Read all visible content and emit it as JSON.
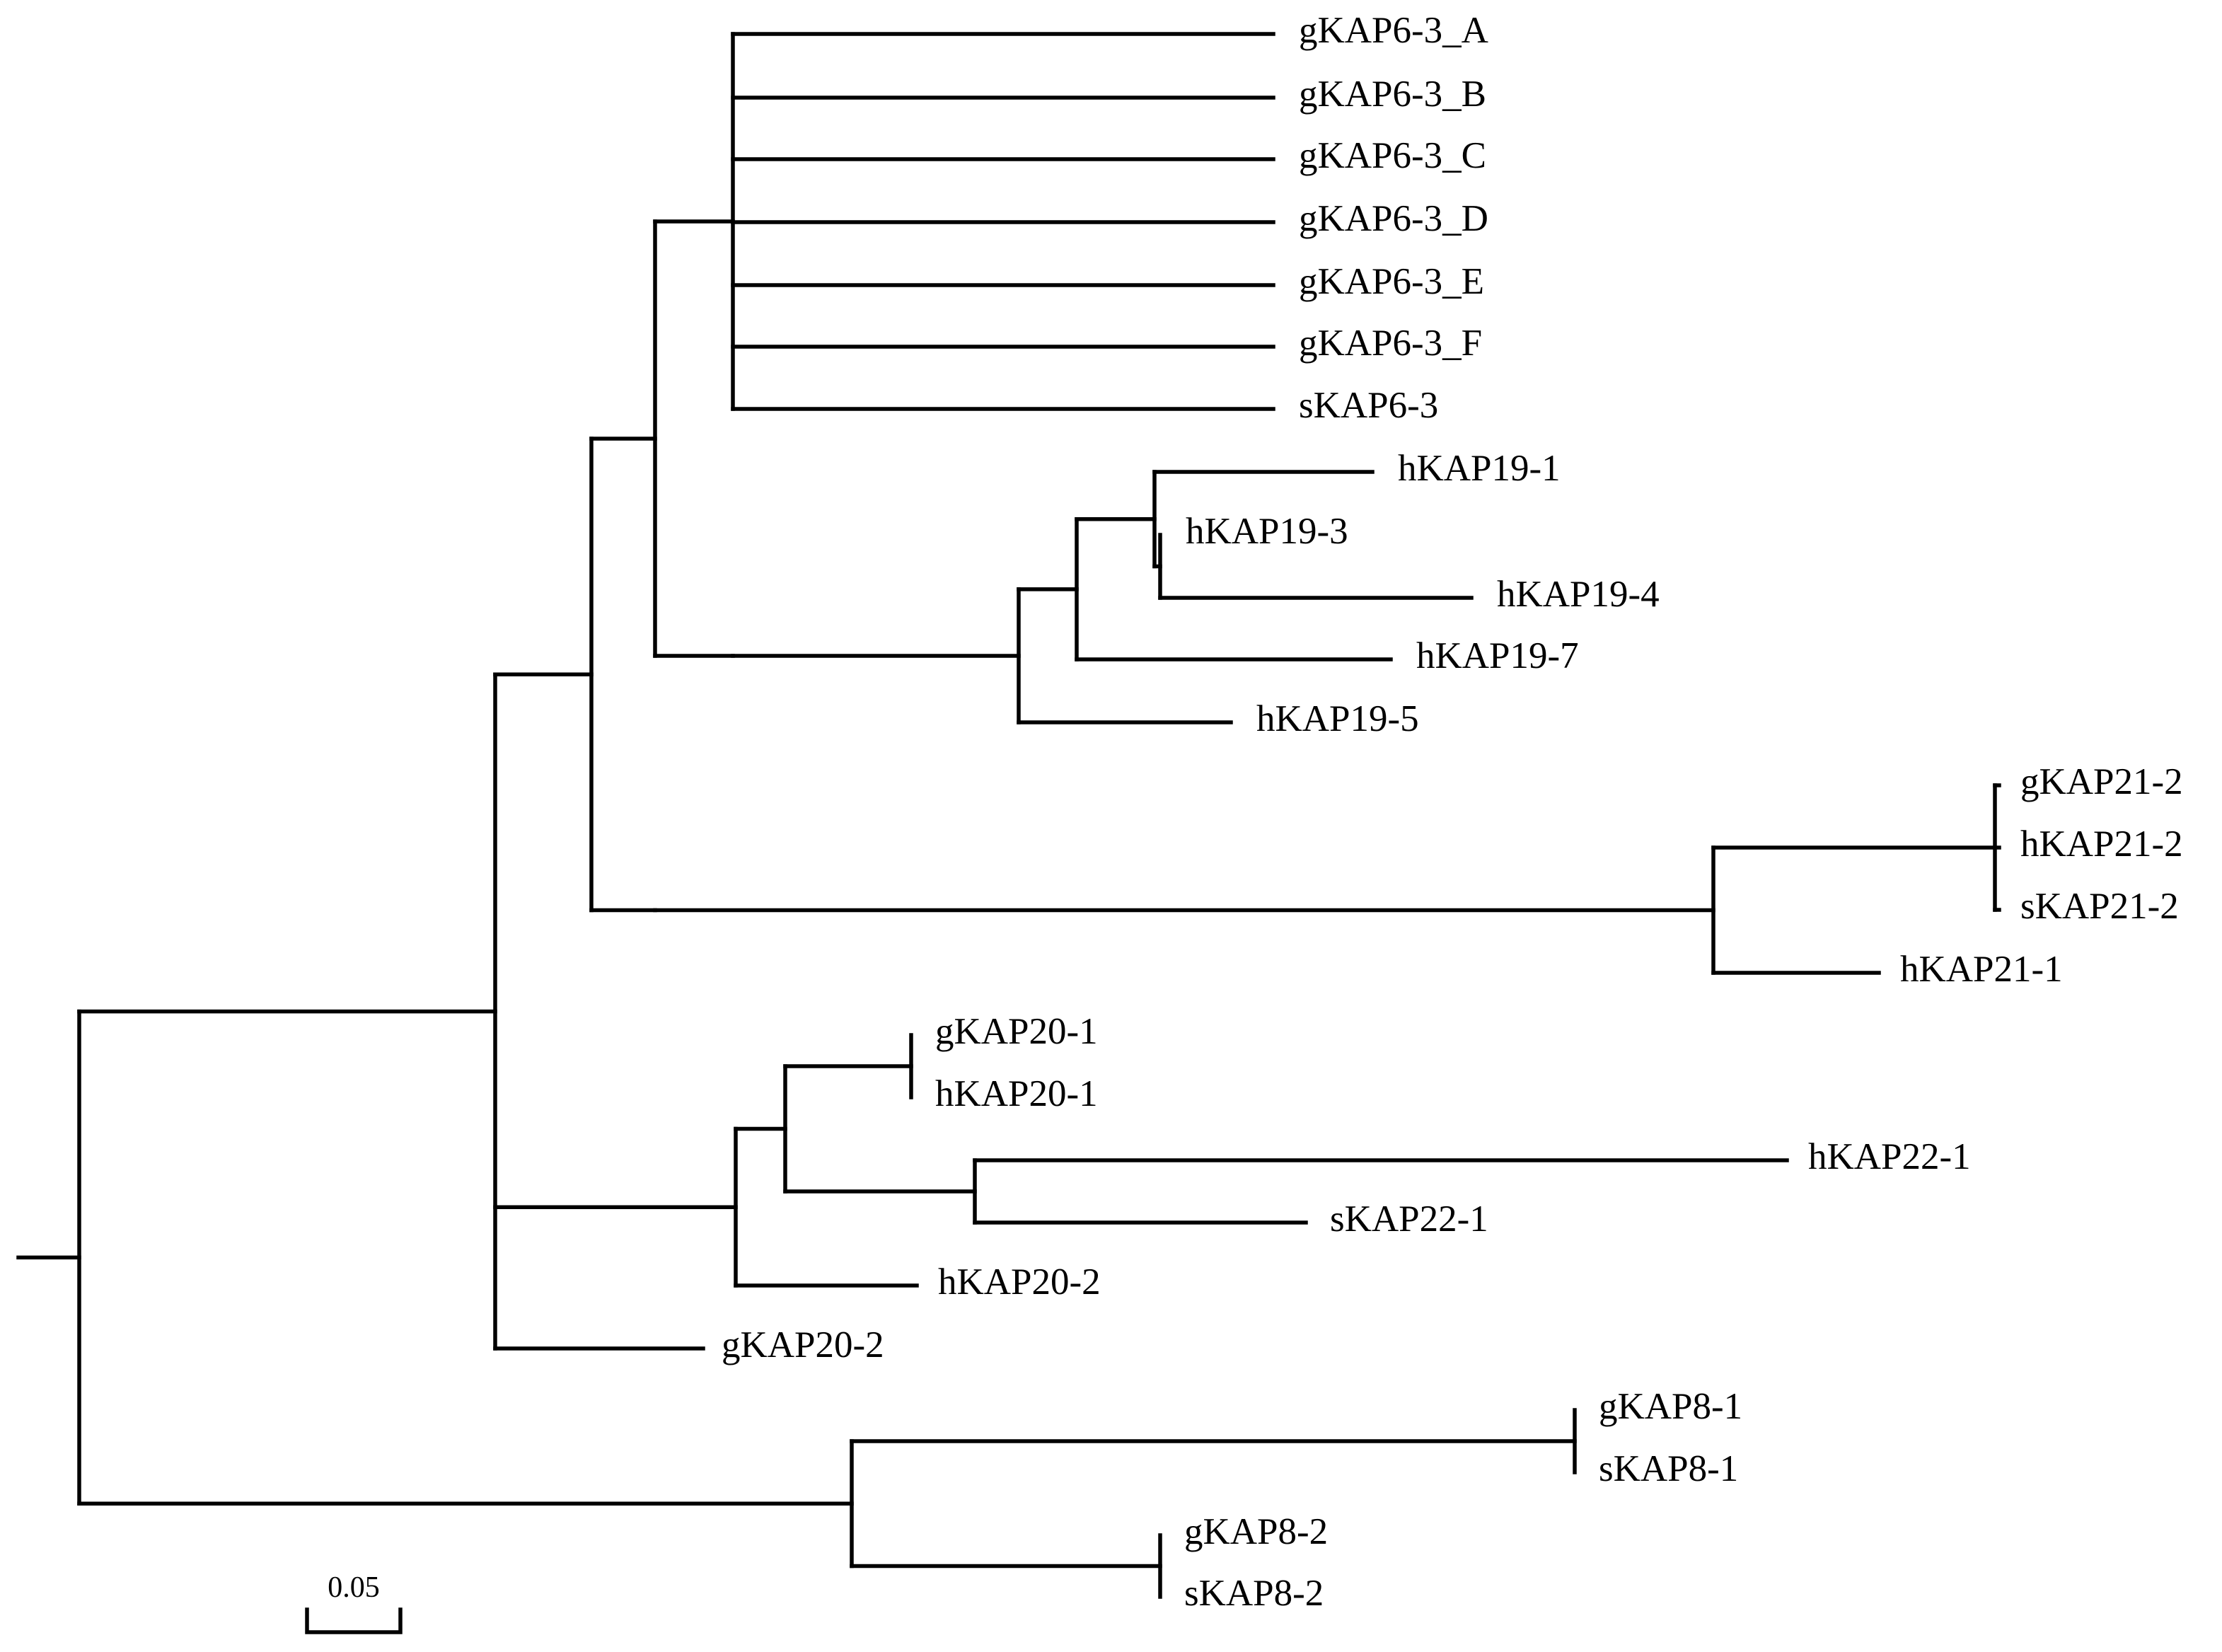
{
  "tree": {
    "leaves": [
      {
        "id": "l1",
        "label": "gKAP6-3_A"
      },
      {
        "id": "l2",
        "label": "gKAP6-3_B"
      },
      {
        "id": "l3",
        "label": "gKAP6-3_C"
      },
      {
        "id": "l4",
        "label": "gKAP6-3_D"
      },
      {
        "id": "l5",
        "label": "gKAP6-3_E"
      },
      {
        "id": "l6",
        "label": "gKAP6-3_F"
      },
      {
        "id": "l7",
        "label": "sKAP6-3"
      },
      {
        "id": "l8",
        "label": "hKAP19-1"
      },
      {
        "id": "l9",
        "label": "hKAP19-3"
      },
      {
        "id": "l10",
        "label": "hKAP19-4"
      },
      {
        "id": "l11",
        "label": "hKAP19-7"
      },
      {
        "id": "l12",
        "label": "hKAP19-5"
      },
      {
        "id": "l13",
        "label": "gKAP21-2"
      },
      {
        "id": "l14",
        "label": "hKAP21-2"
      },
      {
        "id": "l15",
        "label": "sKAP21-2"
      },
      {
        "id": "l16",
        "label": "hKAP21-1"
      },
      {
        "id": "l17",
        "label": "gKAP20-1"
      },
      {
        "id": "l18",
        "label": "hKAP20-1"
      },
      {
        "id": "l19",
        "label": "hKAP22-1"
      },
      {
        "id": "l20",
        "label": "sKAP22-1"
      },
      {
        "id": "l21",
        "label": "hKAP20-2"
      },
      {
        "id": "l22",
        "label": "gKAP20-2"
      },
      {
        "id": "l23",
        "label": "gKAP8-1"
      },
      {
        "id": "l24",
        "label": "sKAP8-1"
      },
      {
        "id": "l25",
        "label": "gKAP8-2"
      },
      {
        "id": "l26",
        "label": "sKAP8-2"
      }
    ],
    "scale_bar": {
      "label": "0.05",
      "value": 0.05
    }
  }
}
